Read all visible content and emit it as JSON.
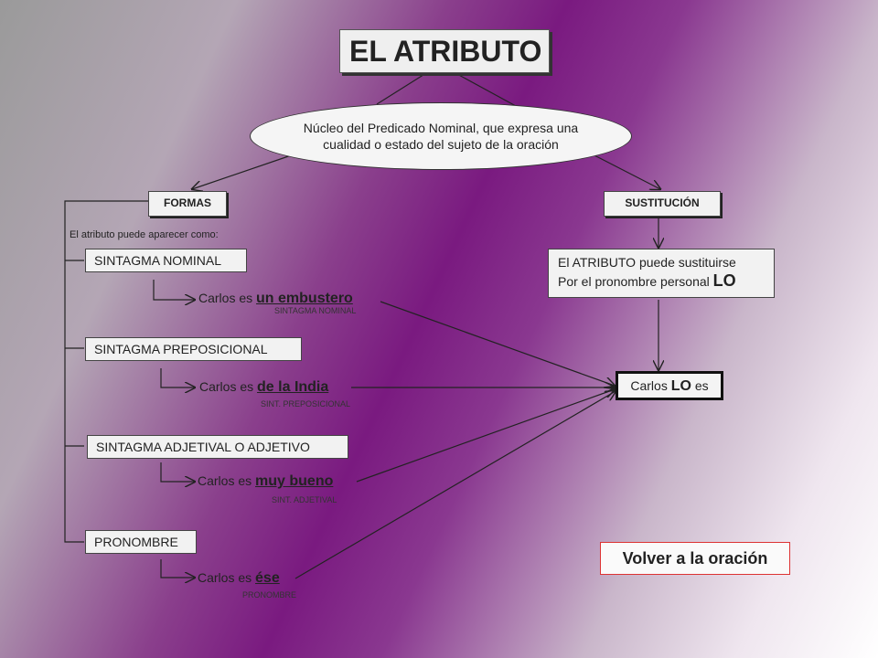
{
  "title": "EL ATRIBUTO",
  "definition": [
    "Núcleo del Predicado Nominal, que expresa una",
    "cualidad o estado del sujeto de la oración"
  ],
  "formas": {
    "label": "FORMAS",
    "intro": "El atributo puede aparecer como:",
    "items": [
      {
        "type": "SINTAGMA NOMINAL",
        "example_prefix": "Carlos es ",
        "example_highlight": "un embustero",
        "caption": "SINTAGMA NOMINAL"
      },
      {
        "type": "SINTAGMA PREPOSICIONAL",
        "example_prefix": "Carlos es ",
        "example_highlight": "de la India",
        "caption": "SINT. PREPOSICIONAL"
      },
      {
        "type": "SINTAGMA ADJETIVAL O ADJETIVO",
        "example_prefix": "Carlos es ",
        "example_highlight": "muy bueno",
        "caption": "SINT. ADJETIVAL"
      },
      {
        "type": "PRONOMBRE",
        "example_prefix": "Carlos es ",
        "example_highlight": "ése",
        "caption": "PRONOMBRE"
      }
    ]
  },
  "sustitucion": {
    "label": "SUSTITUCIÓN",
    "line1": "El ATRIBUTO puede sustituirse",
    "line2": "Por el pronombre personal ",
    "pronoun": "LO",
    "result_prefix": "Carlos ",
    "result_pronoun": "LO",
    "result_suffix": " es"
  },
  "volver_label": "Volver a la oración"
}
